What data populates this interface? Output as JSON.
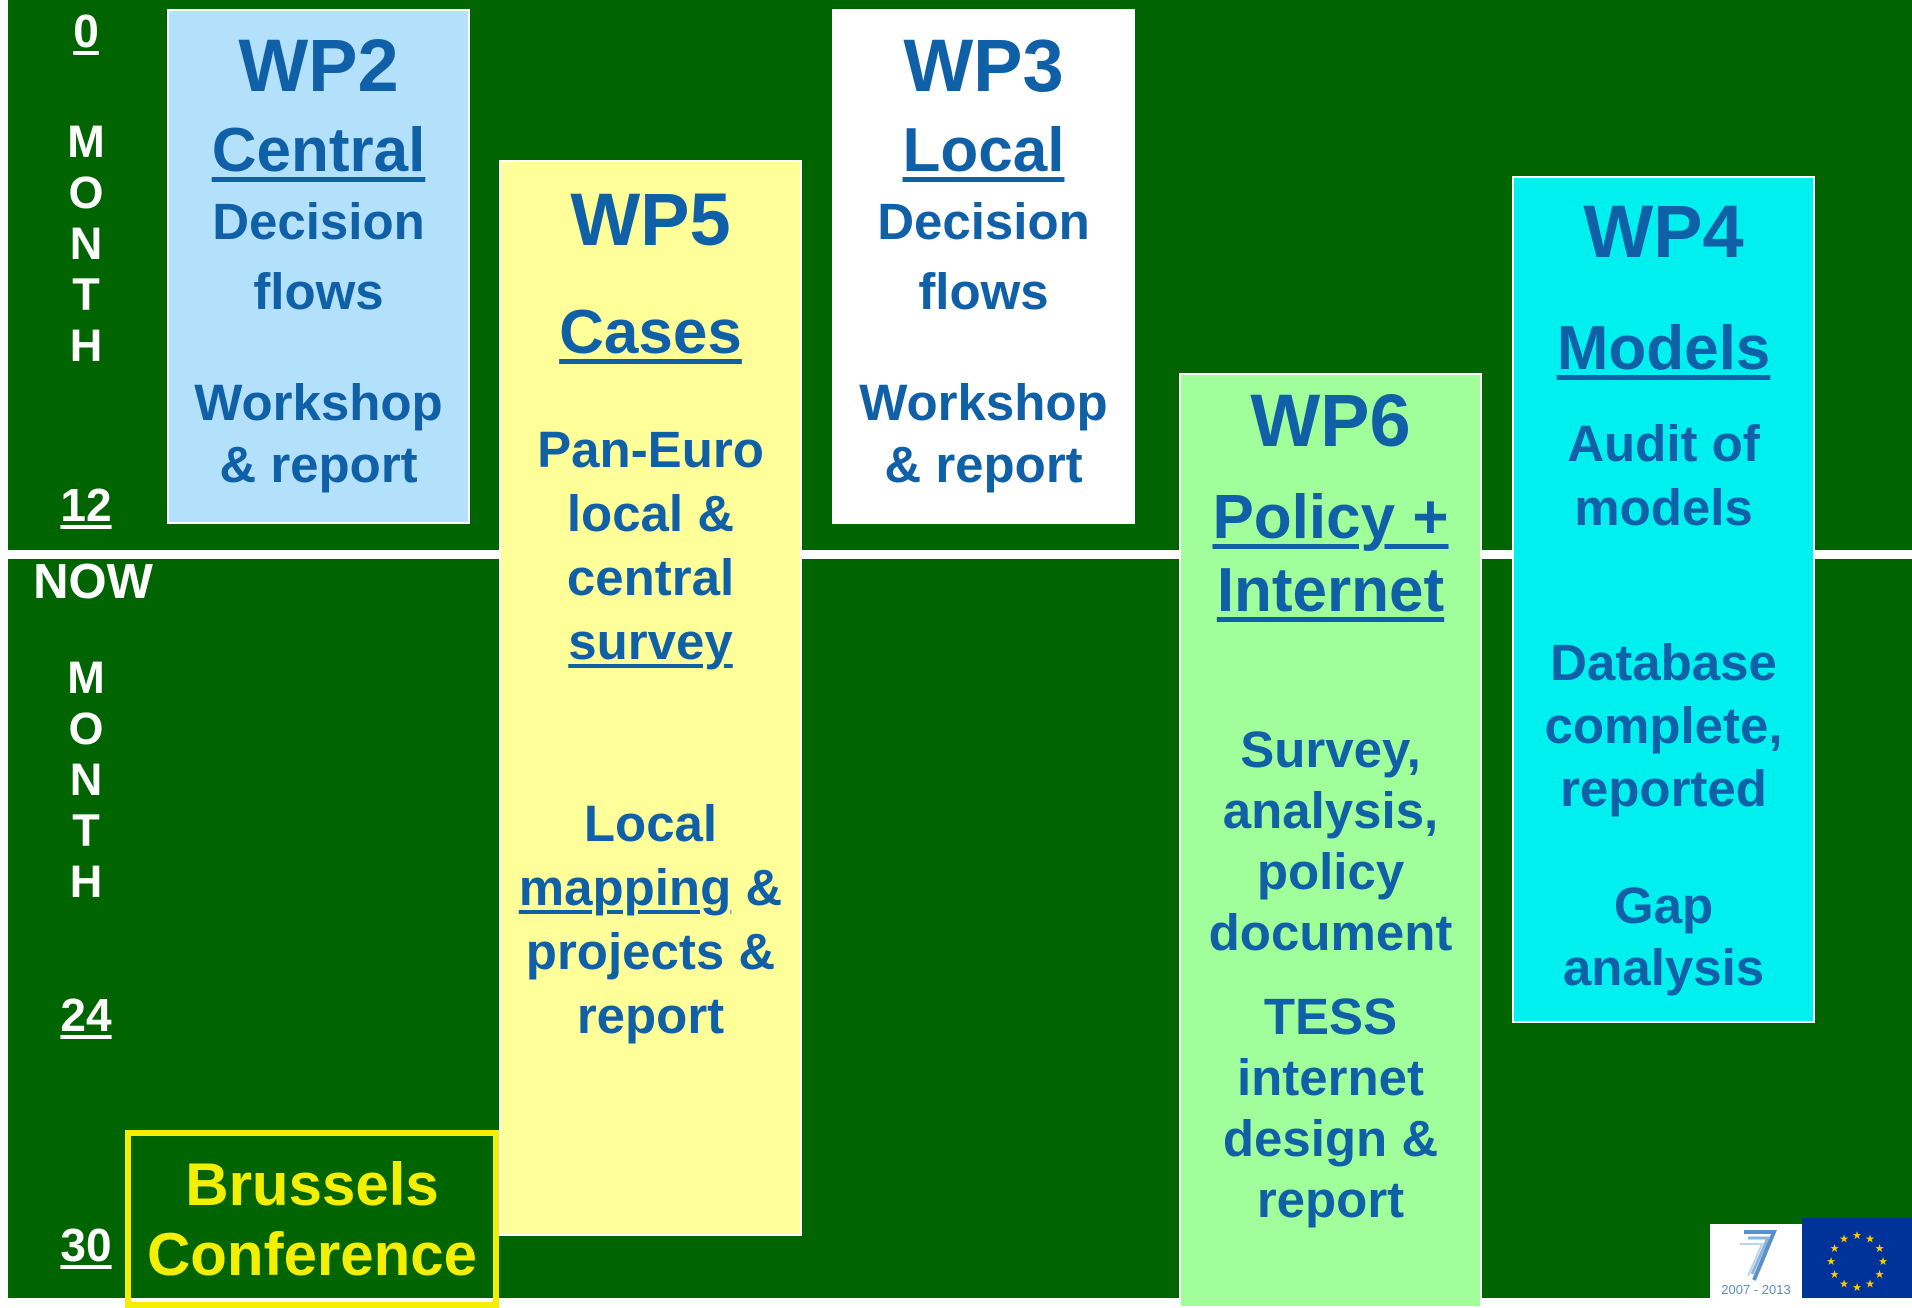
{
  "timeline": {
    "m0": "0",
    "m12": "12",
    "now": "NOW",
    "m24": "24",
    "m30": "30",
    "month_letters": [
      "M",
      "O",
      "N",
      "T",
      "H"
    ]
  },
  "wp2": {
    "code": "WP2",
    "heading": "Central",
    "desc": [
      "Decision",
      "flows"
    ],
    "output": [
      "Workshop",
      "& report"
    ],
    "color": "#b3e0fb"
  },
  "wp3": {
    "code": "WP3",
    "heading": "Local",
    "desc": [
      "Decision",
      "flows"
    ],
    "output": [
      "Workshop",
      "& report"
    ],
    "color": "#ffffff"
  },
  "wp5": {
    "code": "WP5",
    "heading": "Cases",
    "survey": [
      "Pan-Euro",
      "local &",
      "central",
      "survey"
    ],
    "mapping": [
      "Local",
      "mapping",
      "&",
      "projects &",
      "report"
    ],
    "color": "#ffff99"
  },
  "wp6": {
    "code": "WP6",
    "heading": [
      "Policy +",
      "Internet"
    ],
    "survey": [
      "Survey,",
      "analysis,",
      "policy",
      "document"
    ],
    "tess": [
      "TESS",
      "internet",
      "design &",
      "report"
    ],
    "color": "#a0ff9a"
  },
  "wp4": {
    "code": "WP4",
    "heading": "Models",
    "audit": [
      "Audit of",
      "models"
    ],
    "database": [
      "Database",
      "complete,",
      "reported"
    ],
    "gap": [
      "Gap",
      "analysis"
    ],
    "color": "#00f0f0"
  },
  "conference": {
    "lines": [
      "Brussels",
      "Conference"
    ],
    "color": "#f2f000"
  },
  "colors": {
    "background": "#006400",
    "text_blue": "#1060a8",
    "timeline_text": "#ffffff"
  },
  "logos": [
    "fp7-logo",
    "eu-flag-logo"
  ],
  "logo_text": "2007 - 2013"
}
